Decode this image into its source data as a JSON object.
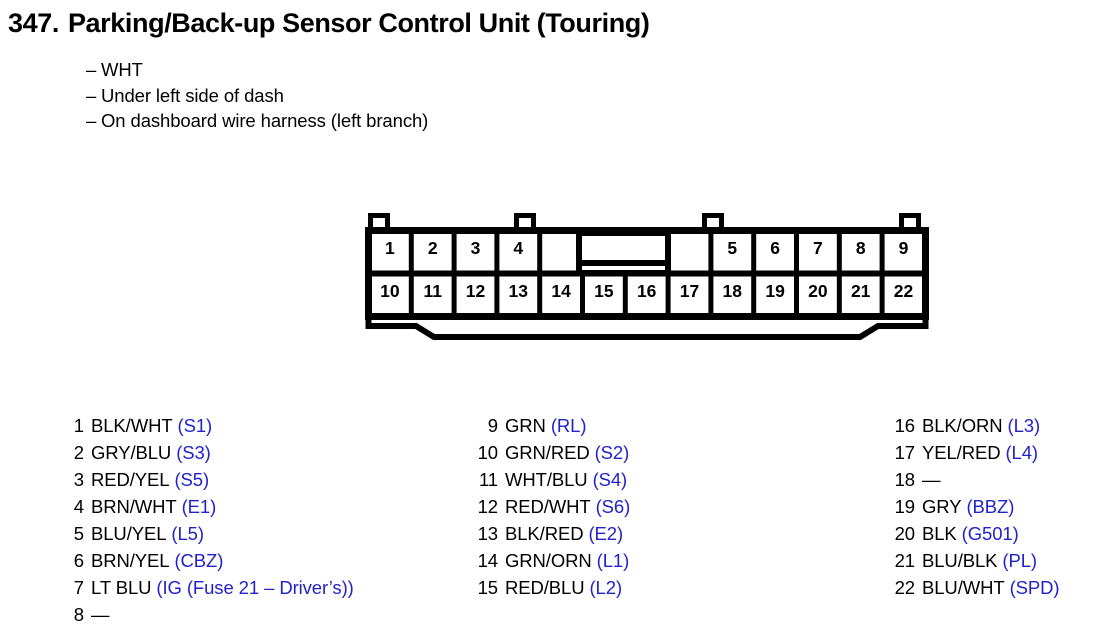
{
  "header": {
    "number": "347.",
    "title": "Parking/Back-up Sensor Control Unit (Touring)",
    "bullets": [
      {
        "dash": "–",
        "text": "WHT"
      },
      {
        "dash": "–",
        "text": "Under left side of dash"
      },
      {
        "dash": "–",
        "text": "On dashboard wire harness (left branch)"
      }
    ]
  },
  "connector": {
    "top_row": [
      "1",
      "2",
      "3",
      "4",
      "",
      "",
      "",
      "",
      "5",
      "6",
      "7",
      "8",
      "9"
    ],
    "bottom_row": [
      "10",
      "11",
      "12",
      "13",
      "14",
      "15",
      "16",
      "17",
      "18",
      "19",
      "20",
      "21",
      "22"
    ],
    "center_block_label": "",
    "tab_count": 4
  },
  "colors": {
    "wire_color_text": "#000000",
    "circuit_code_text": "#2222cc",
    "outline": "#000000",
    "background": "#ffffff"
  },
  "pin_list": {
    "columns": [
      {
        "rows": [
          {
            "num": "1",
            "color": "BLK/WHT",
            "code": "(S1)"
          },
          {
            "num": "2",
            "color": "GRY/BLU",
            "code": "(S3)"
          },
          {
            "num": "3",
            "color": "RED/YEL",
            "code": "(S5)"
          },
          {
            "num": "4",
            "color": "BRN/WHT",
            "code": "(E1)"
          },
          {
            "num": "5",
            "color": "BLU/YEL",
            "code": "(L5)"
          },
          {
            "num": "6",
            "color": "BRN/YEL",
            "code": "(CBZ)"
          },
          {
            "num": "7",
            "color": "LT BLU",
            "code": "(IG (Fuse 21 – Driver’s))"
          },
          {
            "num": "8",
            "color": "—",
            "code": ""
          }
        ]
      },
      {
        "rows": [
          {
            "num": "9",
            "color": "GRN",
            "code": "(RL)"
          },
          {
            "num": "10",
            "color": "GRN/RED",
            "code": "(S2)"
          },
          {
            "num": "11",
            "color": "WHT/BLU",
            "code": "(S4)"
          },
          {
            "num": "12",
            "color": "RED/WHT",
            "code": "(S6)"
          },
          {
            "num": "13",
            "color": "BLK/RED",
            "code": "(E2)"
          },
          {
            "num": "14",
            "color": "GRN/ORN",
            "code": "(L1)"
          },
          {
            "num": "15",
            "color": "RED/BLU",
            "code": "(L2)"
          }
        ]
      },
      {
        "rows": [
          {
            "num": "16",
            "color": "BLK/ORN",
            "code": "(L3)"
          },
          {
            "num": "17",
            "color": "YEL/RED",
            "code": "(L4)"
          },
          {
            "num": "18",
            "color": "—",
            "code": ""
          },
          {
            "num": "19",
            "color": "GRY",
            "code": "(BBZ)"
          },
          {
            "num": "20",
            "color": "BLK",
            "code": "(G501)"
          },
          {
            "num": "21",
            "color": "BLU/BLK",
            "code": "(PL)"
          },
          {
            "num": "22",
            "color": "BLU/WHT",
            "code": "(SPD)"
          }
        ]
      }
    ]
  }
}
